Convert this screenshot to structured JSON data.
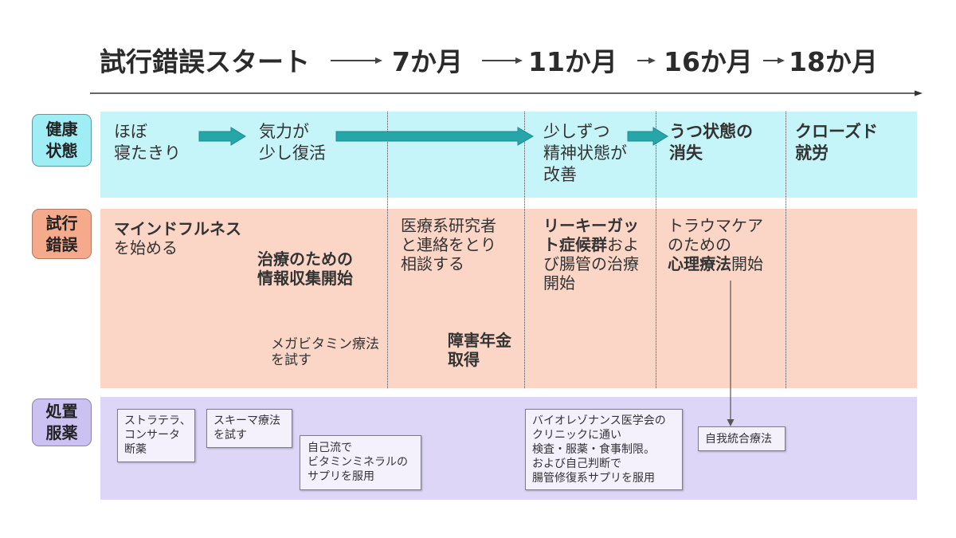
{
  "colors": {
    "text": "#333333",
    "header-text": "#2b2b2b",
    "health-band": "#c6f5f9",
    "health-label": "#9feef5",
    "trial-band": "#fbd6c6",
    "trial-label": "#f5aa8c",
    "treatment-band": "#ddd6f6",
    "treatment-label": "#cbc2f2",
    "arrow-teal": "#27a6aa"
  },
  "timeline": {
    "start": "試行錯誤スタート",
    "month_7": "7か月",
    "month_11": "11か月",
    "month_16": "16か月",
    "month_18": "18か月"
  },
  "rows": {
    "health": {
      "label": "健康\n状態",
      "bedridden": "ほぼ\n寝たきり",
      "recovering": "気力が\n少し復活",
      "improving": "少しずつ\n精神状態が\n改善",
      "depression_gone": "うつ状態の\n消失",
      "closed_employment": "クローズド\n就労"
    },
    "trial": {
      "label": "試行\n錯誤",
      "mindfulness": {
        "bold": "マインドフルネス",
        "rest": "を始める"
      },
      "info_gathering": "治療のための\n情報収集開始",
      "megavitamin": "メガビタミン療法\nを試す",
      "researcher": "医療系研究者\nと連絡をとり\n相談する",
      "pension": "障害年金\n取得",
      "leaky_gut": {
        "bold": "リーキーガッ\nト症候群",
        "rest": "およ\nび腸管の治療\n開始"
      },
      "trauma_care": {
        "lead": "トラウマケア\nのための",
        "bold": "心理療法",
        "rest": "開始"
      }
    },
    "treatment": {
      "label": "処置\n服薬",
      "boxes": {
        "strattera": "ストラテラ、\nコンサータ\n断薬",
        "schema": "スキーマ療法\nを試す",
        "supplements": "自己流で\nビタミンミネラルの\nサプリを服用",
        "bioresonance": "バイオレゾナンス医学会の\nクリニックに通い\n検査・服薬・食事制限。\nおよび自己判断で\n腸管修復系サプリを服用",
        "ego_integration": "自我統合療法"
      }
    }
  }
}
